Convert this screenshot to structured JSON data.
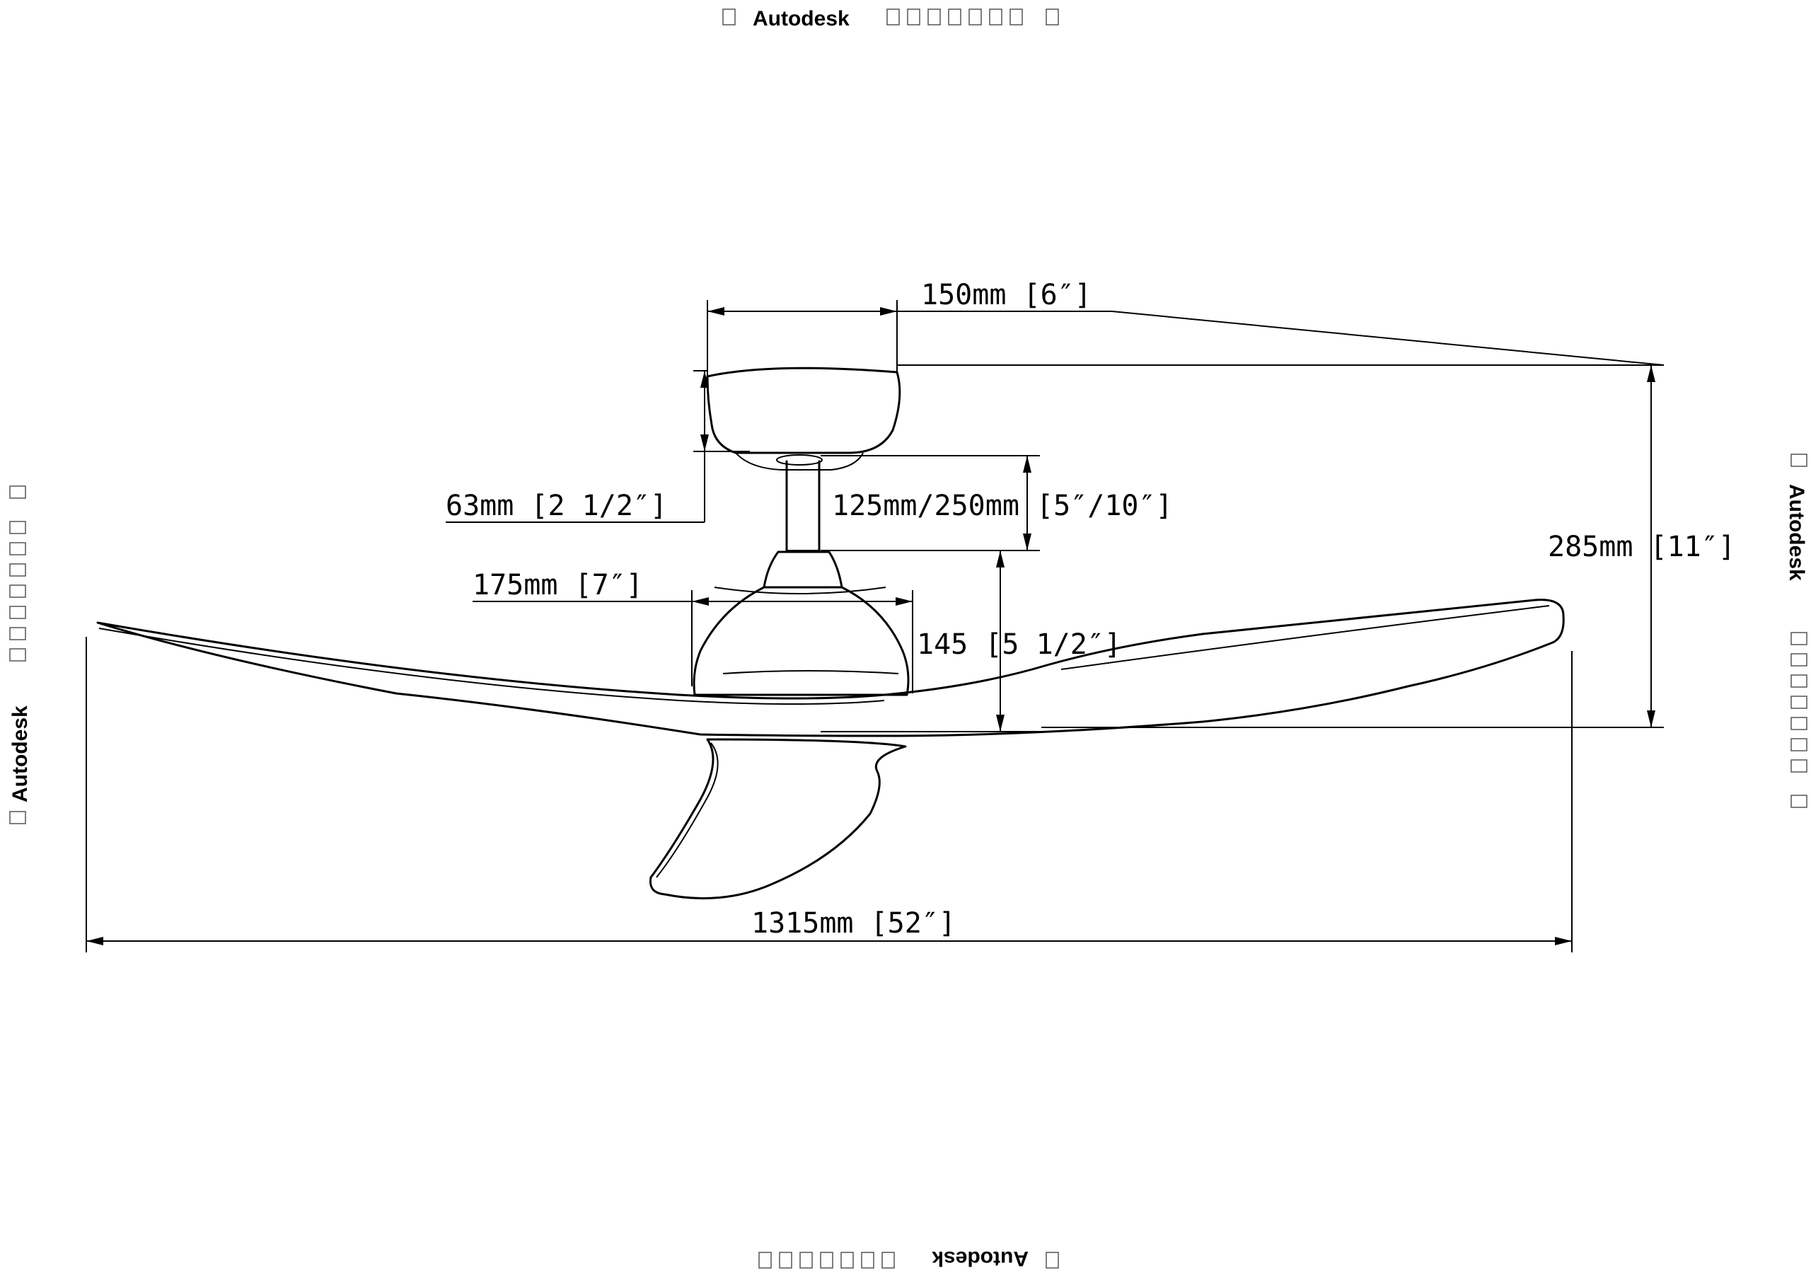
{
  "watermark": {
    "text": "Autodesk"
  },
  "dimensions": {
    "canopy_width": "150mm [6″]",
    "canopy_height": "63mm [2 1/2″]",
    "downrod_length": "125mm/250mm [5″/10″]",
    "motor_width": "175mm [7″]",
    "motor_height": "145 [5 1/2″]",
    "overall_height": "285mm [11″]",
    "blade_span": "1315mm [52″]"
  }
}
